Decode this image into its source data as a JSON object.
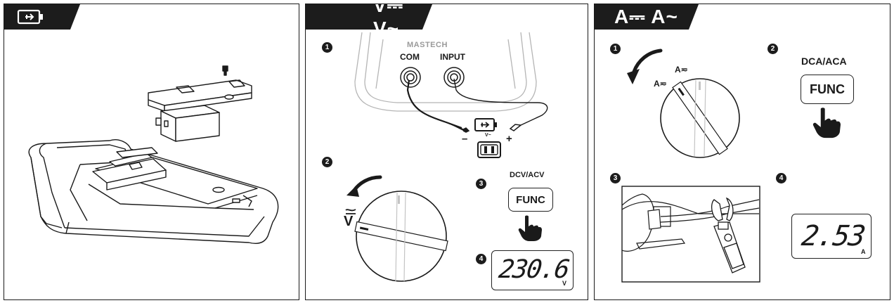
{
  "panel1": {
    "header_icon": "battery-icon"
  },
  "panel2": {
    "header_title": "V⎓ V~",
    "brand": "MASTECH",
    "port_com": "COM",
    "port_input": "INPUT",
    "polarity_minus": "–",
    "polarity_plus": "+",
    "mini_mode": "V~",
    "dial_label": "V",
    "func_caption": "DCV/ACV",
    "func_label": "FUNC",
    "lcd_value": "230.6",
    "lcd_unit": "V",
    "steps": [
      "1",
      "2",
      "3",
      "4"
    ]
  },
  "panel3": {
    "header_title": "A⎓ A~",
    "dial_label_1": "A≂",
    "dial_label_2": "A≂",
    "func_caption": "DCA/ACA",
    "func_label": "FUNC",
    "lcd_value": "2.53",
    "lcd_unit": "A",
    "steps": [
      "1",
      "2",
      "3",
      "4"
    ]
  },
  "colors": {
    "header_bg": "#1c1c1c",
    "line": "#1a1a1a",
    "light_line": "#b5b5b5"
  }
}
